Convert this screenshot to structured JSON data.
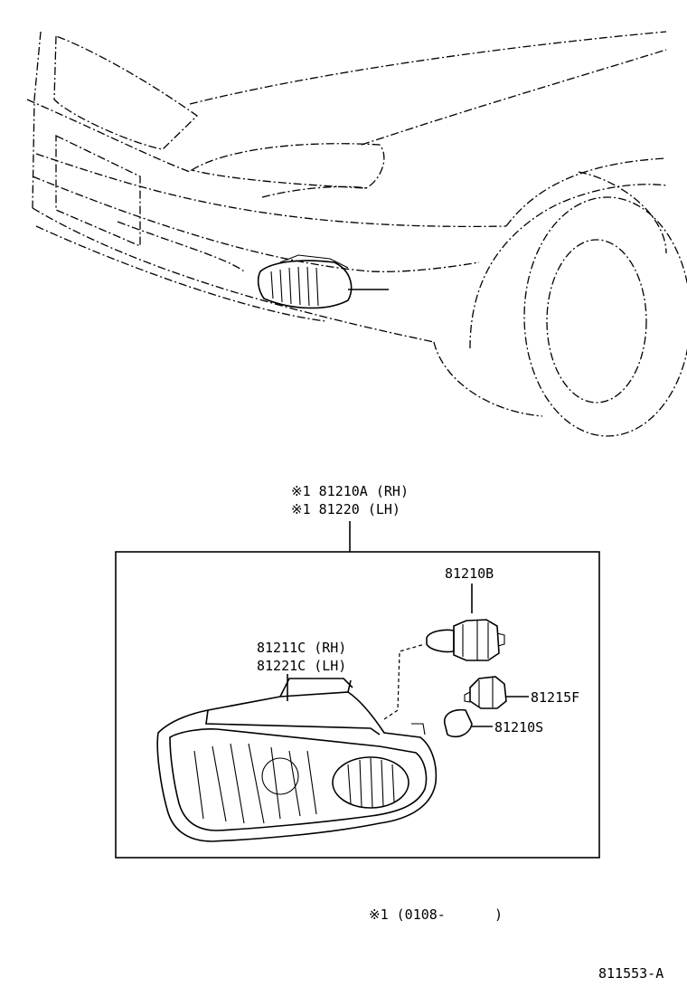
{
  "assembly": {
    "line1": "※1 81210A (RH)",
    "line2": "※1 81220  (LH)"
  },
  "parts": {
    "bulb": "81210B",
    "lens_housing_rh": "81211C (RH)",
    "lens_housing_lh": "81221C (LH)",
    "socket": "81215F",
    "small_bulb": "81210S"
  },
  "footnote": "※1 (0108-      )",
  "diagram_id": "811553-A"
}
